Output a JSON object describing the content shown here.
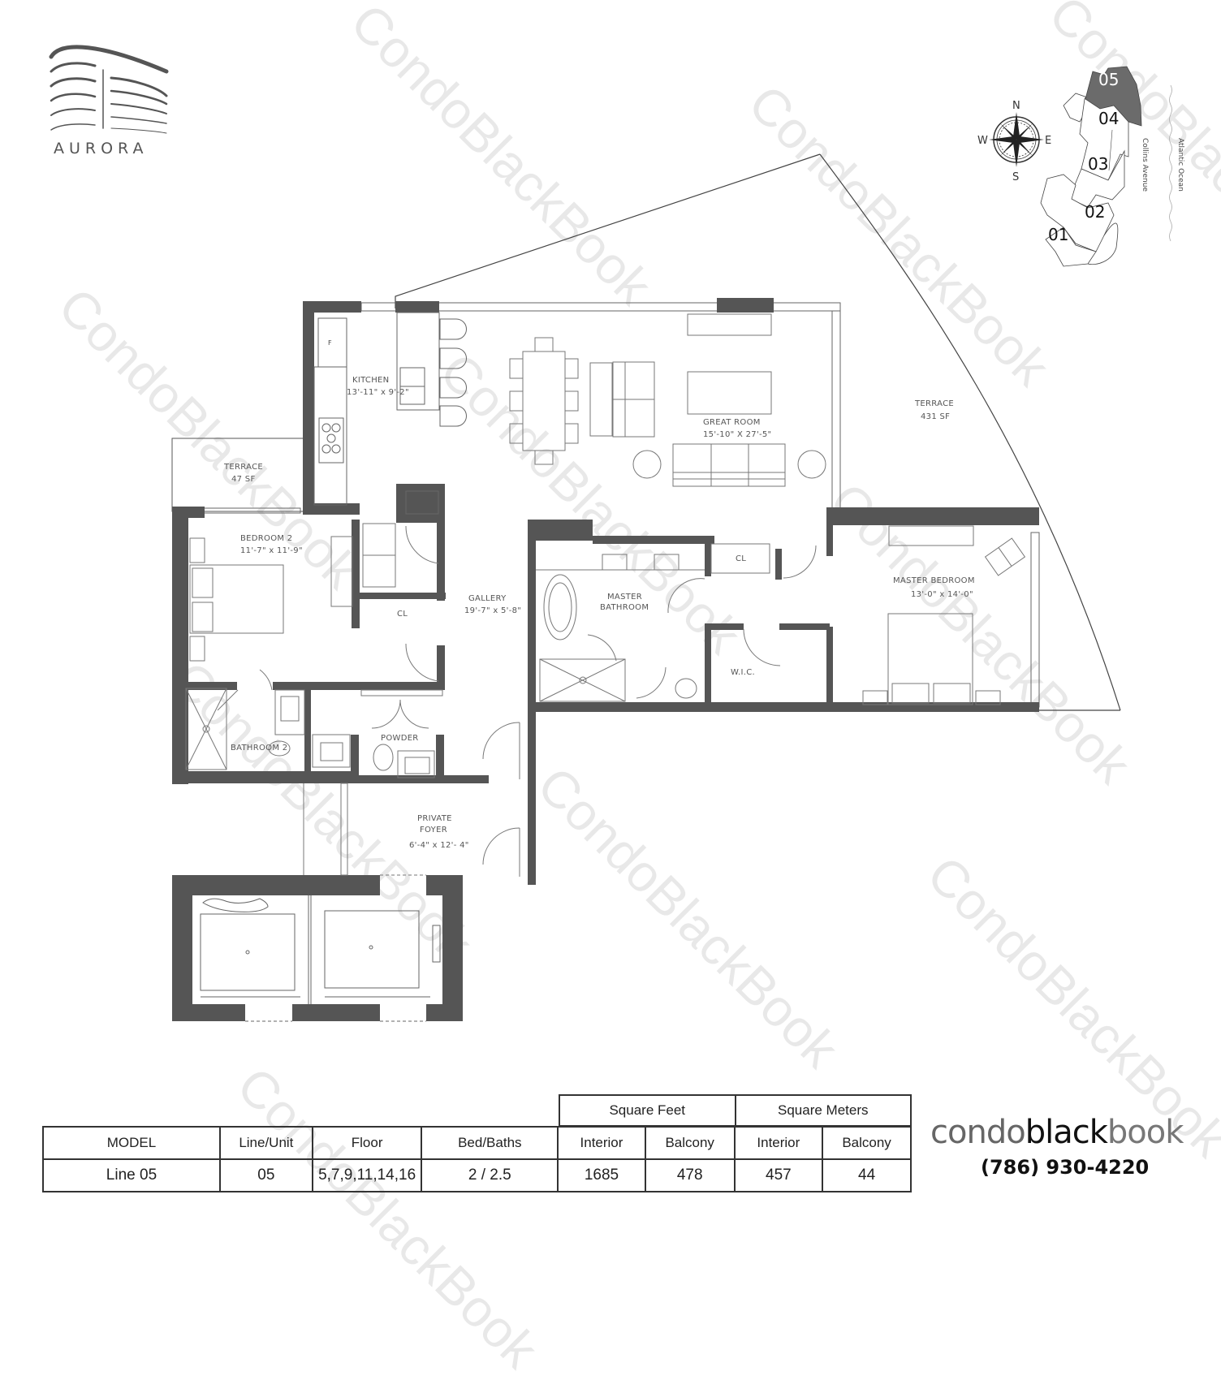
{
  "brand": {
    "project_logo_text": "AURORA",
    "site_name_part1": "condo",
    "site_name_part2": "black",
    "site_name_part3": "book",
    "phone": "(786) 930-4220",
    "watermark": "CondoBlackBook"
  },
  "keyplan": {
    "compass": {
      "n": "N",
      "s": "S",
      "e": "E",
      "w": "W"
    },
    "units": [
      "05",
      "04",
      "03",
      "02",
      "01"
    ],
    "highlighted_unit": "05",
    "street_label": "Collins Avenue",
    "ocean_label": "Atlantic Ocean"
  },
  "rooms": {
    "kitchen": {
      "name": "KITCHEN",
      "dims": "13'-11\" x 9'-2\""
    },
    "great_room": {
      "name": "GREAT ROOM",
      "dims": "15'-10\" X 27'-5\""
    },
    "terrace_main": {
      "name": "TERRACE",
      "area": "431 SF"
    },
    "terrace_small": {
      "name": "TERRACE",
      "area": "47 SF"
    },
    "bedroom2": {
      "name": "BEDROOM 2",
      "dims": "11'-7\" x 11'-9\""
    },
    "closet1": {
      "name": "CL"
    },
    "gallery": {
      "name": "GALLERY",
      "dims": "19'-7\" x 5'-8\""
    },
    "master_bath": {
      "name1": "MASTER",
      "name2": "BATHROOM"
    },
    "closet2": {
      "name": "CL"
    },
    "wic": {
      "name": "W.I.C."
    },
    "master_bedroom": {
      "name": "MASTER BEDROOM",
      "dims": "13'-0\" x 14'-0\""
    },
    "bathroom2": {
      "name": "BATHROOM 2"
    },
    "powder": {
      "name": "POWDER"
    },
    "foyer": {
      "name1": "PRIVATE",
      "name2": "FOYER",
      "dims": "6'-4\" x 12'- 4\""
    },
    "fridge_mark": "F"
  },
  "spec_table": {
    "group_headers": {
      "square_feet": "Square Feet",
      "square_meters": "Square Meters"
    },
    "headers": [
      "MODEL",
      "Line/Unit",
      "Floor",
      "Bed/Baths",
      "Interior",
      "Balcony",
      "Interior",
      "Balcony"
    ],
    "row": {
      "model": "Line 05",
      "line_unit": "05",
      "floor": "5,7,9,11,14,16",
      "bed_baths": "2 / 2.5",
      "sqft_interior": "1685",
      "sqft_balcony": "478",
      "sqm_interior": "457",
      "sqm_balcony": "44"
    }
  },
  "colors": {
    "wall": "#555555",
    "line": "#666666",
    "highlight_unit": "#6b6b6b"
  }
}
